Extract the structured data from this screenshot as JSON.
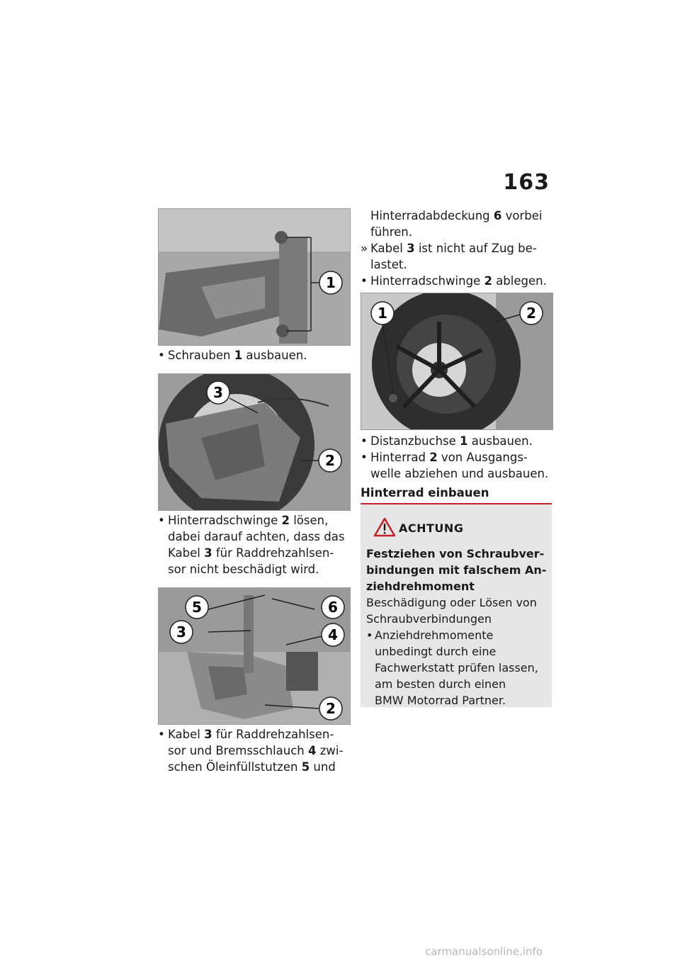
{
  "page": {
    "number": "163"
  },
  "figures": [
    {
      "callouts": [
        "1"
      ]
    },
    {
      "callouts": [
        "3",
        "2"
      ]
    },
    {
      "callouts": [
        "5",
        "6",
        "3",
        "4",
        "2"
      ]
    },
    {
      "callouts": [
        "1",
        "2"
      ]
    }
  ],
  "steps_left": [
    {
      "bullet": "•",
      "pre": "Schrauben ",
      "num": "1",
      "post": " ausbauen."
    },
    {
      "bullet": "•",
      "line1_pre": "Hinterradschwinge ",
      "num": "2",
      "line1_post": " lösen,",
      "line2": "dabei darauf achten, dass das",
      "line3_pre": "Kabel ",
      "num2": "3",
      "line3_post": " für Raddrehzahlsen-",
      "line4": "sor nicht beschädigt wird."
    },
    {
      "bullet": "•",
      "line1_pre": "Kabel ",
      "num": "3",
      "line1_post": " für Raddrehzahlsen-",
      "line2_pre": "sor und Bremsschlauch ",
      "num2": "4",
      "line2_post": " zwi-",
      "line3_pre": "schen Öleinfüllstutzen ",
      "num3": "5",
      "line3_post": " und"
    }
  ],
  "steps_right": [
    {
      "line1_pre": "Hinterradabdeckung ",
      "num": "6",
      "line1_post": " vorbei",
      "line2": "führen."
    },
    {
      "bullet": "»",
      "line1_pre": "Kabel ",
      "num": "3",
      "line1_post": " ist nicht auf Zug be-",
      "line2": "lastet."
    },
    {
      "bullet": "•",
      "pre": "Hinterradschwinge ",
      "num": "2",
      "post": " ablegen."
    },
    {
      "bullet": "•",
      "pre": "Distanzbuchse ",
      "num": "1",
      "post": " ausbauen."
    },
    {
      "bullet": "•",
      "line1_pre": "Hinterrad ",
      "num": "2",
      "line1_post": " von Ausgangs-",
      "line2": "welle abziehen und ausbauen."
    }
  ],
  "section": {
    "heading": "Hinterrad einbauen"
  },
  "warning": {
    "title": "ACHTUNG",
    "bold_lines": [
      "Festziehen von Schraubver-",
      "bindungen mit falschem An-",
      "ziehdrehmoment"
    ],
    "lines": [
      "Beschädigung oder Lösen von",
      "Schraubverbindungen"
    ],
    "bullet": "•",
    "bullet_lines": [
      "Anziehdrehmomente",
      "unbedingt durch eine",
      "Fachwerkstatt prüfen lassen,",
      "am besten durch einen",
      "BMW Motorrad Partner."
    ]
  },
  "footer": {
    "text": "carmanualsonline.info"
  },
  "colors": {
    "accent_red": "#c8202a",
    "warning_bg": "#e6e6e6"
  }
}
